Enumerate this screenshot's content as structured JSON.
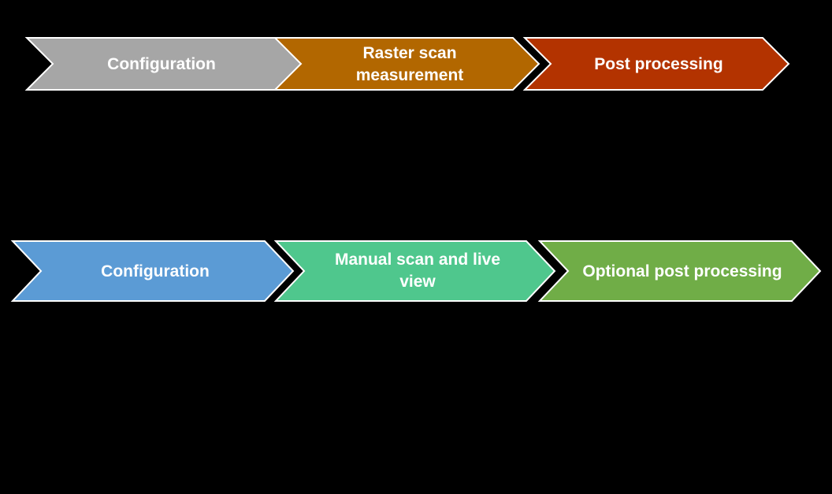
{
  "workflows": [
    {
      "steps": [
        {
          "lines": [
            "Configuration"
          ],
          "color": "#a6a6a6"
        },
        {
          "lines": [
            "Raster scan",
            "measurement"
          ],
          "color": "#b26700"
        },
        {
          "lines": [
            "Post processing"
          ],
          "color": "#b33300"
        }
      ]
    },
    {
      "steps": [
        {
          "lines": [
            "Configuration"
          ],
          "color": "#5b9bd5"
        },
        {
          "lines": [
            "Manual scan and live",
            "view"
          ],
          "color": "#4fc78d"
        },
        {
          "lines": [
            "Optional post processing"
          ],
          "color": "#70ad47"
        }
      ]
    }
  ]
}
